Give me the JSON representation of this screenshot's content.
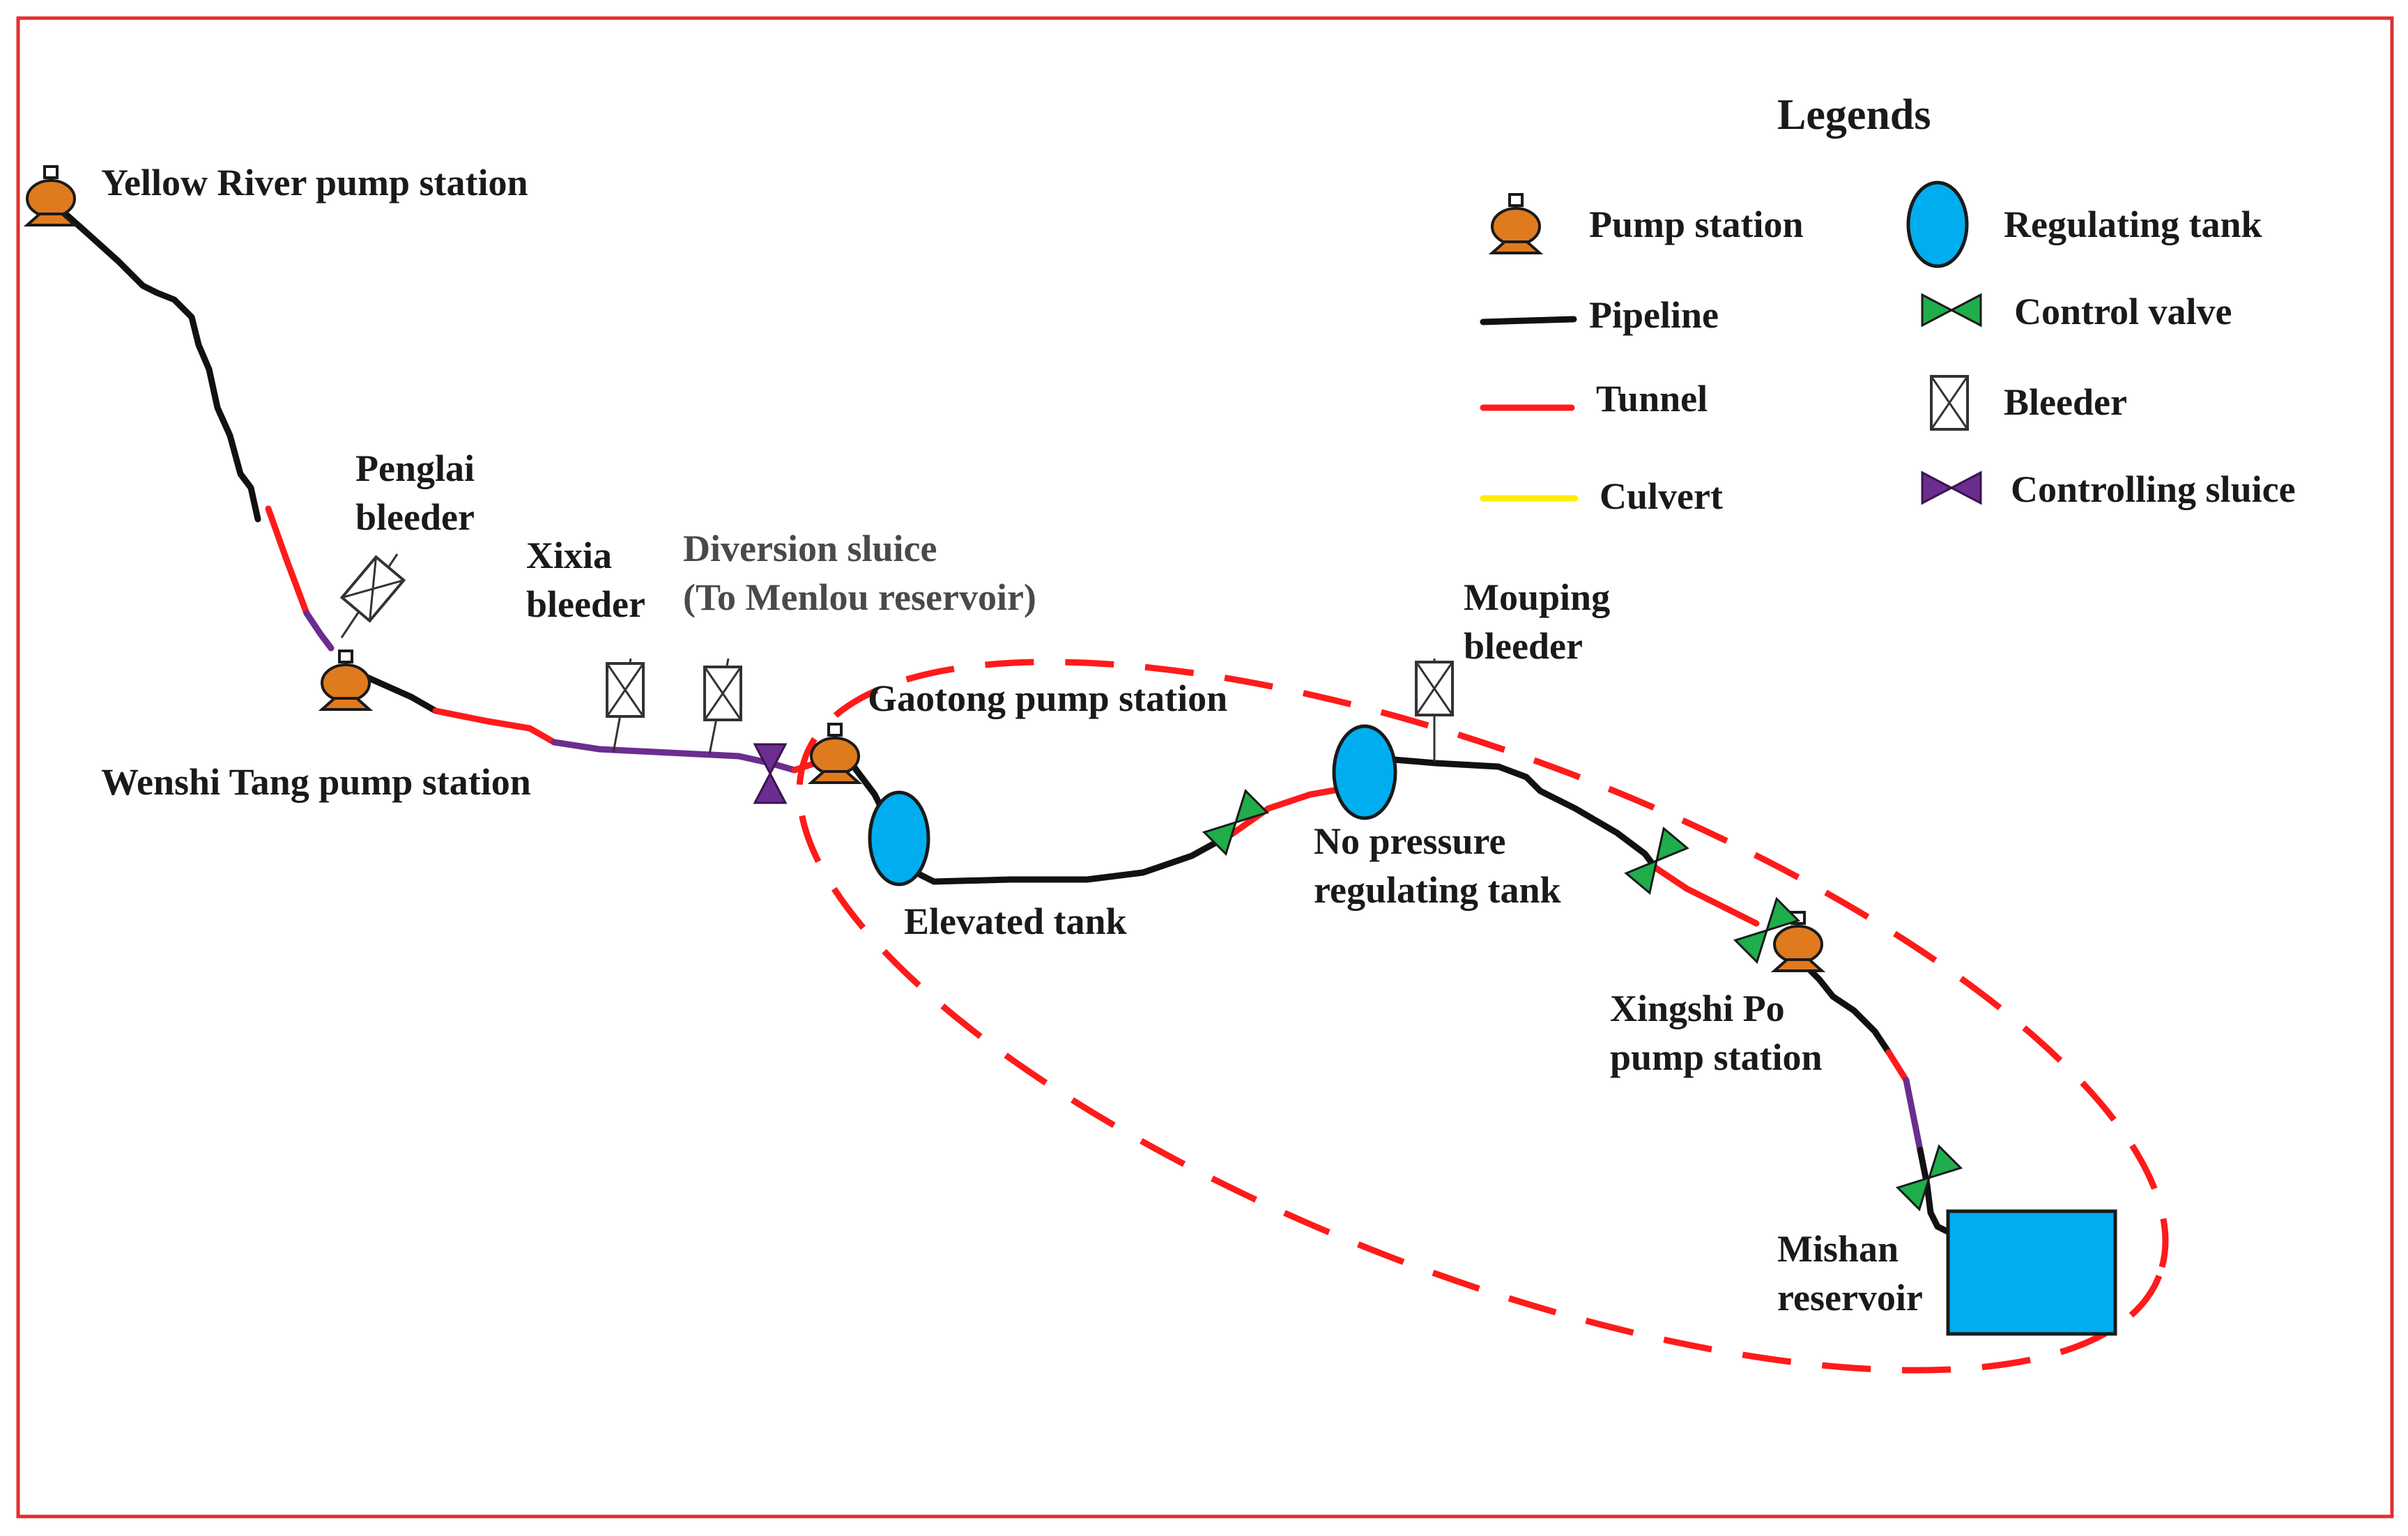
{
  "legend": {
    "title": "Legends",
    "items": {
      "pump_station": "Pump station",
      "pipeline": "Pipeline",
      "tunnel": "Tunnel",
      "culvert": "Culvert",
      "regulating_tank": "Regulating tank",
      "control_valve": "Control valve",
      "bleeder": "Bleeder",
      "controlling_sluice": "Controlling sluice"
    }
  },
  "labels": {
    "yellow_river": "Yellow River pump station",
    "penglai_1": "Penglai",
    "penglai_2": "bleeder",
    "xixia_1": "Xixia",
    "xixia_2": "bleeder",
    "diversion_1": "Diversion sluice",
    "diversion_2": "(To Menlou reservoir)",
    "wenshi_tang": "Wenshi Tang pump station",
    "gaotong": "Gaotong pump station",
    "mouping_1": "Mouping",
    "mouping_2": "bleeder",
    "elevated_tank": "Elevated tank",
    "no_pressure_1": "No pressure",
    "no_pressure_2": "regulating tank",
    "xingshi_1": "Xingshi Po",
    "xingshi_2": "pump station",
    "mishan_1": "Mishan",
    "mishan_2": "reservoir"
  },
  "colors": {
    "pipeline": "#111111",
    "tunnel": "#ff1a1a",
    "culvert": "#ffee00",
    "controlling_sluice": "#6b2d8f",
    "tank": "#00aeef",
    "control_valve": "#1fae4b",
    "pump_station": "#e07a1f",
    "frame": "#e03030"
  }
}
